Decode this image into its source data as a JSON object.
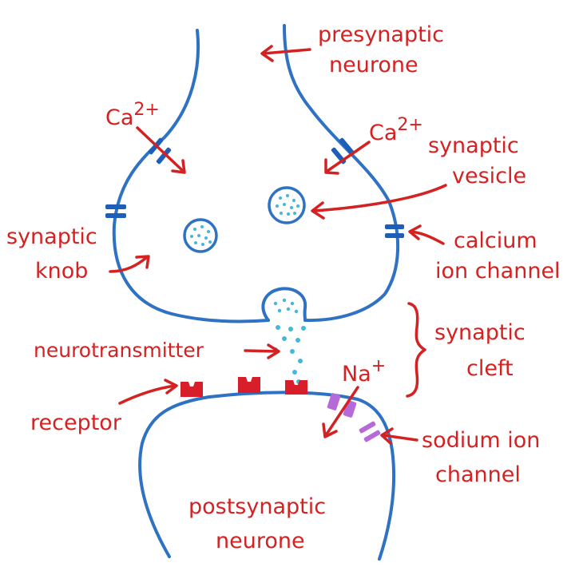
{
  "labels": {
    "presynaptic_line1": "presynaptic",
    "presynaptic_line2": "neurone",
    "ca_left": "Ca",
    "ca_left_sup": "2+",
    "ca_right": "Ca",
    "ca_right_sup": "2+",
    "synaptic_vesicle_line1": "synaptic",
    "synaptic_vesicle_line2": "vesicle",
    "synaptic_knob_line1": "synaptic",
    "synaptic_knob_line2": "knob",
    "calcium_line1": "calcium",
    "calcium_line2": "ion channel",
    "neurotransmitter": "neurotransmitter",
    "synaptic_cleft_line1": "synaptic",
    "synaptic_cleft_line2": "cleft",
    "na": "Na",
    "na_sup": "+",
    "receptor": "receptor",
    "sodium_line1": "sodium ion",
    "sodium_line2": "channel",
    "postsynaptic_line1": "postsynaptic",
    "postsynaptic_line2": "neurone"
  },
  "colors": {
    "membrane": "#2f72c4",
    "label": "#d42222",
    "calcium_channel": "#1d5fb8",
    "sodium_channel": "#b66ad9",
    "receptor": "#d81e2a",
    "neurotransmitter": "#45b7dc"
  }
}
